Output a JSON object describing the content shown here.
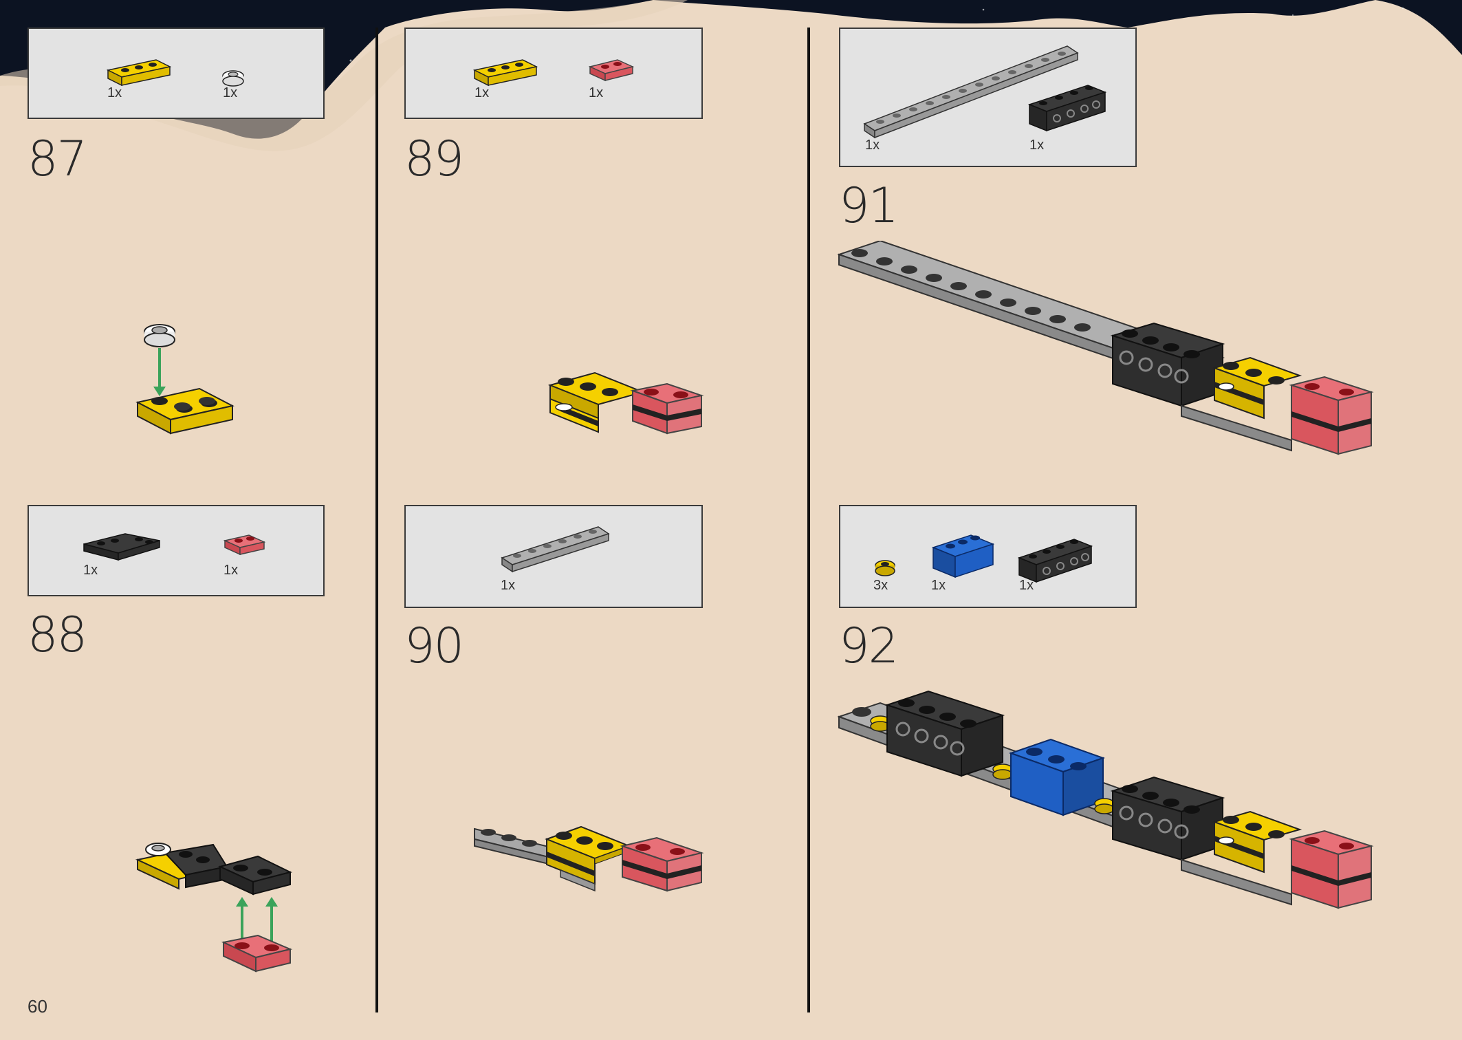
{
  "page": {
    "number": "60"
  },
  "colors": {
    "background": "#ecd9c4",
    "space": "#0c1322",
    "parts_box": "#e3e3e3",
    "yellow": "#f5d000",
    "black": "#3a3a3a",
    "grey": "#a8a8a8",
    "trans_red": "#d9464f",
    "blue": "#1f5fc4",
    "arrow_green": "#3aa35a"
  },
  "steps": [
    {
      "number": "87",
      "parts": [
        {
          "icon": "yellow-plate-1x3-icon",
          "qty": "1x"
        },
        {
          "icon": "white-round-plate-icon",
          "qty": "1x"
        }
      ]
    },
    {
      "number": "88",
      "parts": [
        {
          "icon": "black-hinge-plate-icon",
          "qty": "1x"
        },
        {
          "icon": "trans-red-plate-1x2-icon",
          "qty": "1x"
        }
      ]
    },
    {
      "number": "89",
      "parts": [
        {
          "icon": "yellow-plate-1x3-icon",
          "qty": "1x"
        },
        {
          "icon": "trans-red-plate-1x2-icon",
          "qty": "1x"
        }
      ]
    },
    {
      "number": "90",
      "parts": [
        {
          "icon": "grey-plate-1x6-icon",
          "qty": "1x"
        }
      ]
    },
    {
      "number": "91",
      "parts": [
        {
          "icon": "grey-plate-1x12-icon",
          "qty": "1x"
        },
        {
          "icon": "black-technic-brick-1x4-icon",
          "qty": "1x"
        }
      ]
    },
    {
      "number": "92",
      "parts": [
        {
          "icon": "yellow-round-plate-icon",
          "qty": "3x"
        },
        {
          "icon": "blue-brick-1x2-icon",
          "qty": "1x"
        },
        {
          "icon": "black-technic-brick-1x4-icon",
          "qty": "1x"
        }
      ]
    }
  ]
}
